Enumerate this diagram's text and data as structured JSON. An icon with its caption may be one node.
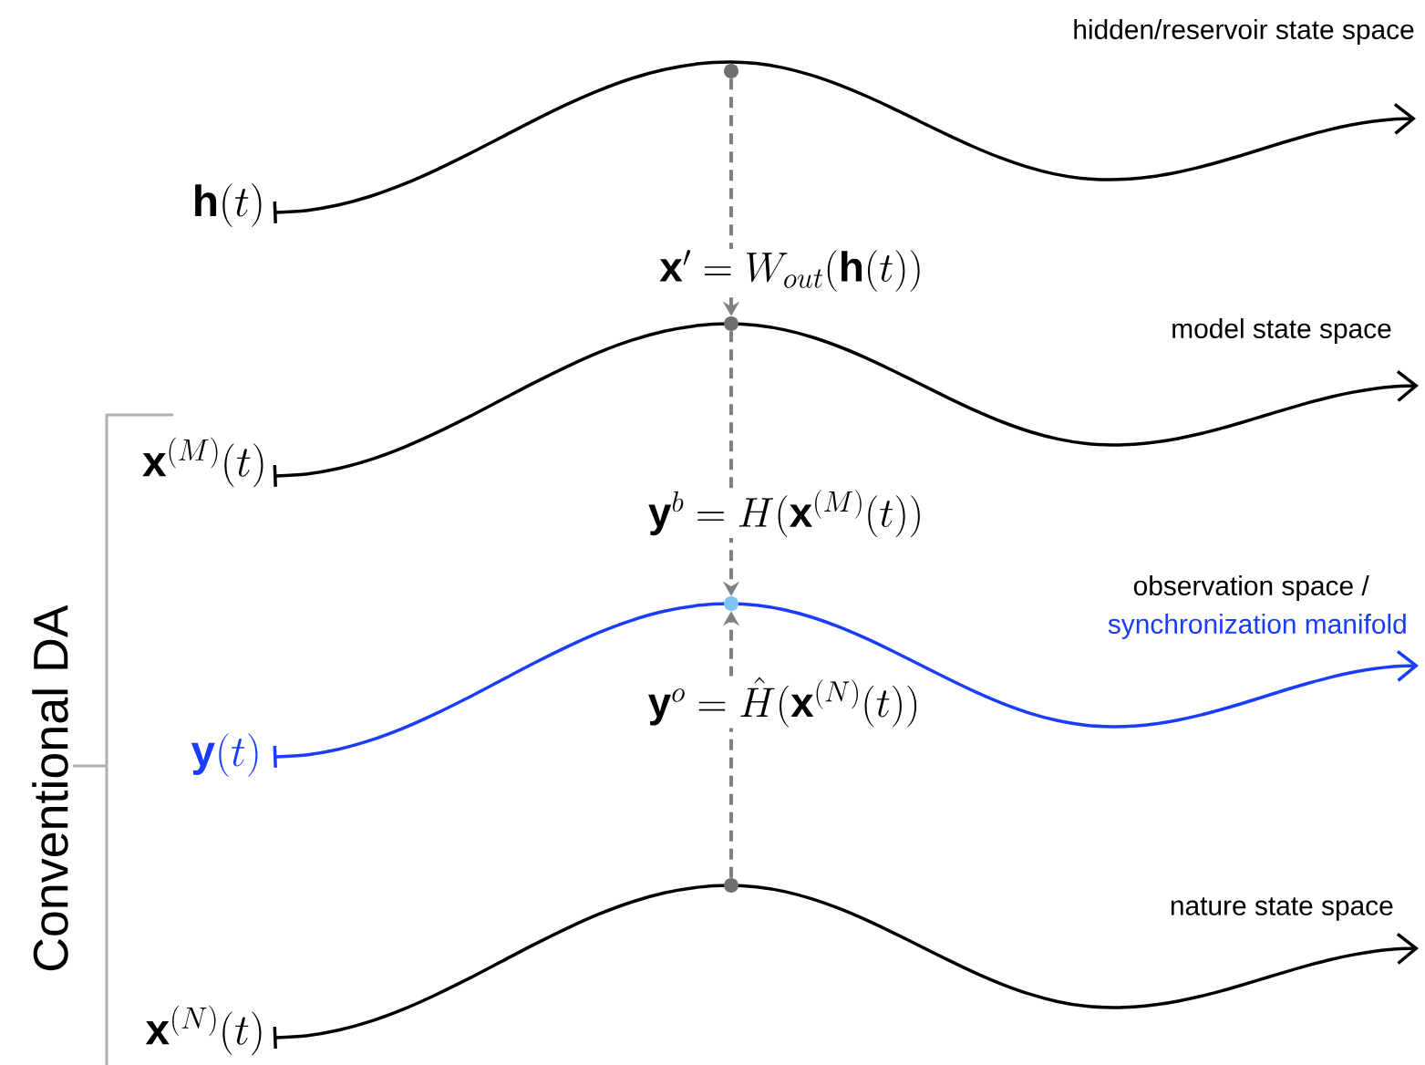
{
  "diagram": {
    "nodes": [
      {
        "text": [],
        "shape": "circle"
      },
      {
        "text": [],
        "shape": "circle"
      },
      {
        "text": [],
        "shape": "circle"
      },
      {
        "text": [],
        "shape": "circle"
      }
    ],
    "edges": [
      {
        "from": 0,
        "to": 1,
        "arrow": "to",
        "style": "dashed",
        "label": "\\mathbf{x}' = W_{out}(\\mathbf{h}(t))"
      },
      {
        "from": 1,
        "to": 2,
        "arrow": "to",
        "style": "dashed",
        "label": "\\mathbf{y}^{b} = H(\\mathbf{x}^{(M)}(t))"
      },
      {
        "from": 3,
        "to": 2,
        "arrow": "to",
        "style": "dashed",
        "label": "\\mathbf{y}^{o} = \\hat{H}(\\mathbf{x}^{(N)}(t))"
      }
    ],
    "labels": [
      "hidden/reservoir state space",
      "\\mathbf{h}(t)",
      "model state space",
      "\\mathbf{x}^{(M)}(t)",
      "observation space /",
      "synchronization manifold",
      "\\mathbf{y}(t)",
      "nature state space",
      "\\mathbf{x}^{(N)}(t)",
      "Conventional DA"
    ]
  }
}
